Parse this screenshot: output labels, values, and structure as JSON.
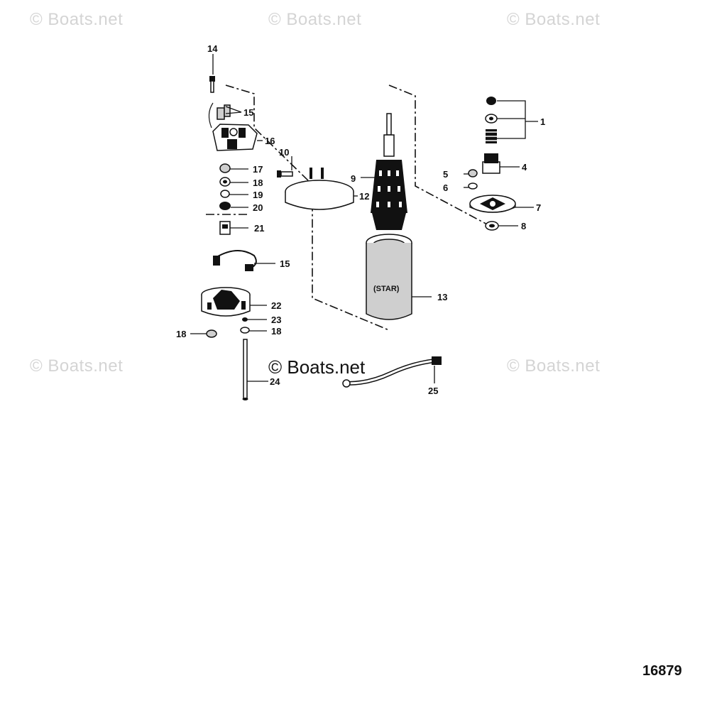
{
  "watermarks": {
    "top_left": "© Boats.net",
    "top_center": "© Boats.net",
    "top_right": "© Boats.net",
    "mid_left": "© Boats.net",
    "mid_center": "© Boats.net",
    "mid_right": "© Boats.net"
  },
  "figure_number": "16879",
  "star_label": "(STAR)",
  "callouts": {
    "c1": "1",
    "c4": "4",
    "c5": "5",
    "c6": "6",
    "c7": "7",
    "c8": "8",
    "c9": "9",
    "c10": "10",
    "c12": "12",
    "c13": "13",
    "c14": "14",
    "c15a": "15",
    "c15b": "15",
    "c16": "16",
    "c17": "17",
    "c18a": "18",
    "c18b": "18",
    "c18c": "18",
    "c19": "19",
    "c20": "20",
    "c21": "21",
    "c22": "22",
    "c23": "23",
    "c24": "24",
    "c25": "25"
  }
}
